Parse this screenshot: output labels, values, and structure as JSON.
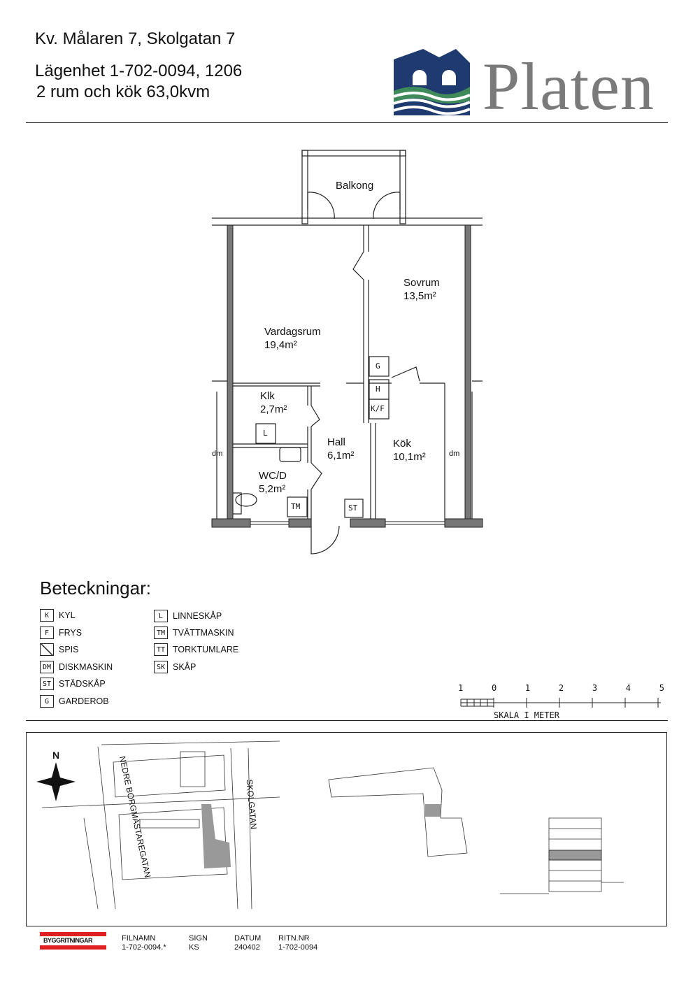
{
  "header": {
    "address": "Kv. Målaren 7, Skolgatan 7",
    "apartment": "Lägenhet 1-702-0094, 1206",
    "size": "2 rum och kök  63,0kvm"
  },
  "logo": {
    "text": "Platen",
    "colors": {
      "navy": "#1f3a6e",
      "green": "#3f8a5a",
      "grey": "#7a7a7a"
    }
  },
  "rooms": [
    {
      "name": "Balkong",
      "area": ""
    },
    {
      "name": "Sovrum",
      "area": "13,5m²"
    },
    {
      "name": "Vardagsrum",
      "area": "19,4m²"
    },
    {
      "name": "Klk",
      "area": "2,7m²"
    },
    {
      "name": "Hall",
      "area": "6,1m²"
    },
    {
      "name": "Kök",
      "area": "10,1m²"
    },
    {
      "name": "WC/D",
      "area": "5,2m²"
    }
  ],
  "plan_symbols": [
    "G",
    "H",
    "K/F",
    "L",
    "TM",
    "ST",
    "dm",
    "dm"
  ],
  "legend": {
    "title": "Beteckningar:",
    "left": [
      {
        "code": "K",
        "label": "KYL"
      },
      {
        "code": "F",
        "label": "FRYS"
      },
      {
        "code": "",
        "label": "SPIS"
      },
      {
        "code": "DM",
        "label": "DISKMASKIN"
      },
      {
        "code": "ST",
        "label": "STÄDSKÅP"
      },
      {
        "code": "G",
        "label": "GARDEROB"
      }
    ],
    "right": [
      {
        "code": "L",
        "label": "LINNESKÅP"
      },
      {
        "code": "TM",
        "label": "TVÄTTMASKIN"
      },
      {
        "code": "TT",
        "label": "TORKTUMLARE"
      },
      {
        "code": "SK",
        "label": "SKÅP"
      }
    ]
  },
  "scale": {
    "ticks": [
      "1",
      "0",
      "1",
      "2",
      "3",
      "4",
      "5"
    ],
    "label": "SKALA I METER"
  },
  "map": {
    "north": "N",
    "streets": [
      "NEDRE BORGMÄSTAREGATAN",
      "SKOLGATAN"
    ]
  },
  "footer": {
    "company": "BYGGRITNINGAR",
    "fields": [
      {
        "label": "FILNAMN",
        "value": "1-702-0094.*"
      },
      {
        "label": "SIGN",
        "value": "KS"
      },
      {
        "label": "DATUM",
        "value": "240402"
      },
      {
        "label": "RITN.NR",
        "value": "1-702-0094"
      }
    ]
  }
}
